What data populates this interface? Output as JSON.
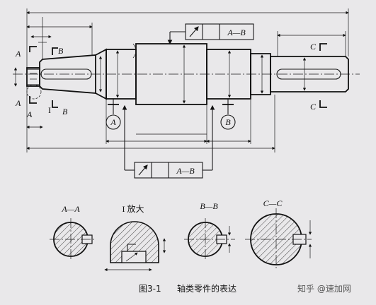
{
  "figure": {
    "caption_number": "图3-1",
    "caption_text": "轴类零件的表达"
  },
  "tolerance_frames": {
    "top": {
      "datum": "A—B"
    },
    "bottom": {
      "datum": "A—B"
    }
  },
  "datums": {
    "left": "A",
    "right": "B"
  },
  "labels": {
    "section_a": "A",
    "section_b": "B",
    "section_c": "C",
    "detail_mark": "I"
  },
  "views": {
    "a_a": "A—A",
    "detail": "I 放大",
    "b_b": "B—B",
    "c_c": "C—C"
  },
  "watermark": "知乎 @速加网"
}
